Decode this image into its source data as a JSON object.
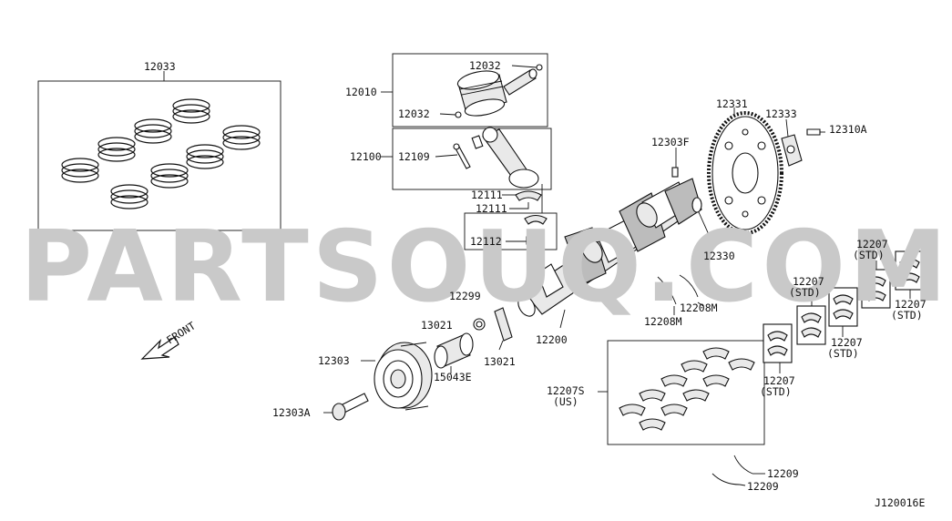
{
  "watermark": "PARTSOUQ.COM",
  "diagram_code": "J120016E",
  "front_label": "FRONT",
  "labels": {
    "p12033": "12033",
    "p12010": "12010",
    "p12032a": "12032",
    "p12032b": "12032",
    "p12100": "12100",
    "p12109": "12109",
    "p12111a": "12111",
    "p12111b": "12111",
    "p12112": "12112",
    "p12299": "12299",
    "p13021a": "13021",
    "p13021b": "13021",
    "p12200": "12200",
    "p12303": "12303",
    "p15043e": "15043E",
    "p12303a": "12303A",
    "p12331": "12331",
    "p12333": "12333",
    "p12310a": "12310A",
    "p12303f": "12303F",
    "p12330": "12330",
    "p12208m_a": "12208M",
    "p12208m_b": "12208M",
    "p12207s": "12207S",
    "p12207s_sub": "(US)",
    "p12207_1": "12207",
    "p12207_1_sub": "(STD)",
    "p12207_2": "12207",
    "p12207_2_sub": "(STD)",
    "p12207_3": "12207",
    "p12207_3_sub": "(STD)",
    "p12207_4": "12207",
    "p12207_4_sub": "(STD)",
    "p12207_5": "12207",
    "p12207_5_sub": "(STD)",
    "p12209a": "12209",
    "p12209b": "12209"
  }
}
